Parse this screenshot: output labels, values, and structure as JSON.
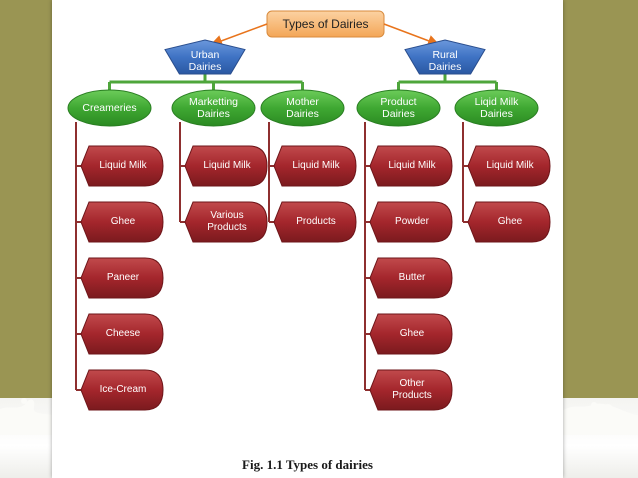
{
  "diagram": {
    "root": "Types of Dairies",
    "branches": [
      {
        "label": "Urban\nDairies",
        "children": [
          {
            "label": "Creameries",
            "items": [
              "Liquid Milk",
              "Ghee",
              "Paneer",
              "Cheese",
              "Ice-Cream"
            ]
          },
          {
            "label": "Marketting\nDairies",
            "items": [
              "Liquid Milk",
              "Various\nProducts"
            ]
          },
          {
            "label": "Mother\nDairies",
            "items": [
              "Liquid Milk",
              "Products"
            ]
          }
        ]
      },
      {
        "label": "Rural\nDairies",
        "children": [
          {
            "label": "Product\nDairies",
            "items": [
              "Liquid Milk",
              "Powder",
              "Butter",
              "Ghee",
              "Other\nProducts"
            ]
          },
          {
            "label": "Liqid Milk\nDairies",
            "items": [
              "Liquid Milk",
              "Ghee"
            ]
          }
        ]
      }
    ],
    "caption": "Fig. 1.1 Types of dairies",
    "colors": {
      "root_fill": "#f7b46d",
      "blue_fill": "#3f73c4",
      "green_fill": "#3fa832",
      "red_fill": "#a4262c",
      "connector": "#4ea63b",
      "red_connector": "#8e2f2f",
      "arrow": "#e8741c"
    }
  }
}
